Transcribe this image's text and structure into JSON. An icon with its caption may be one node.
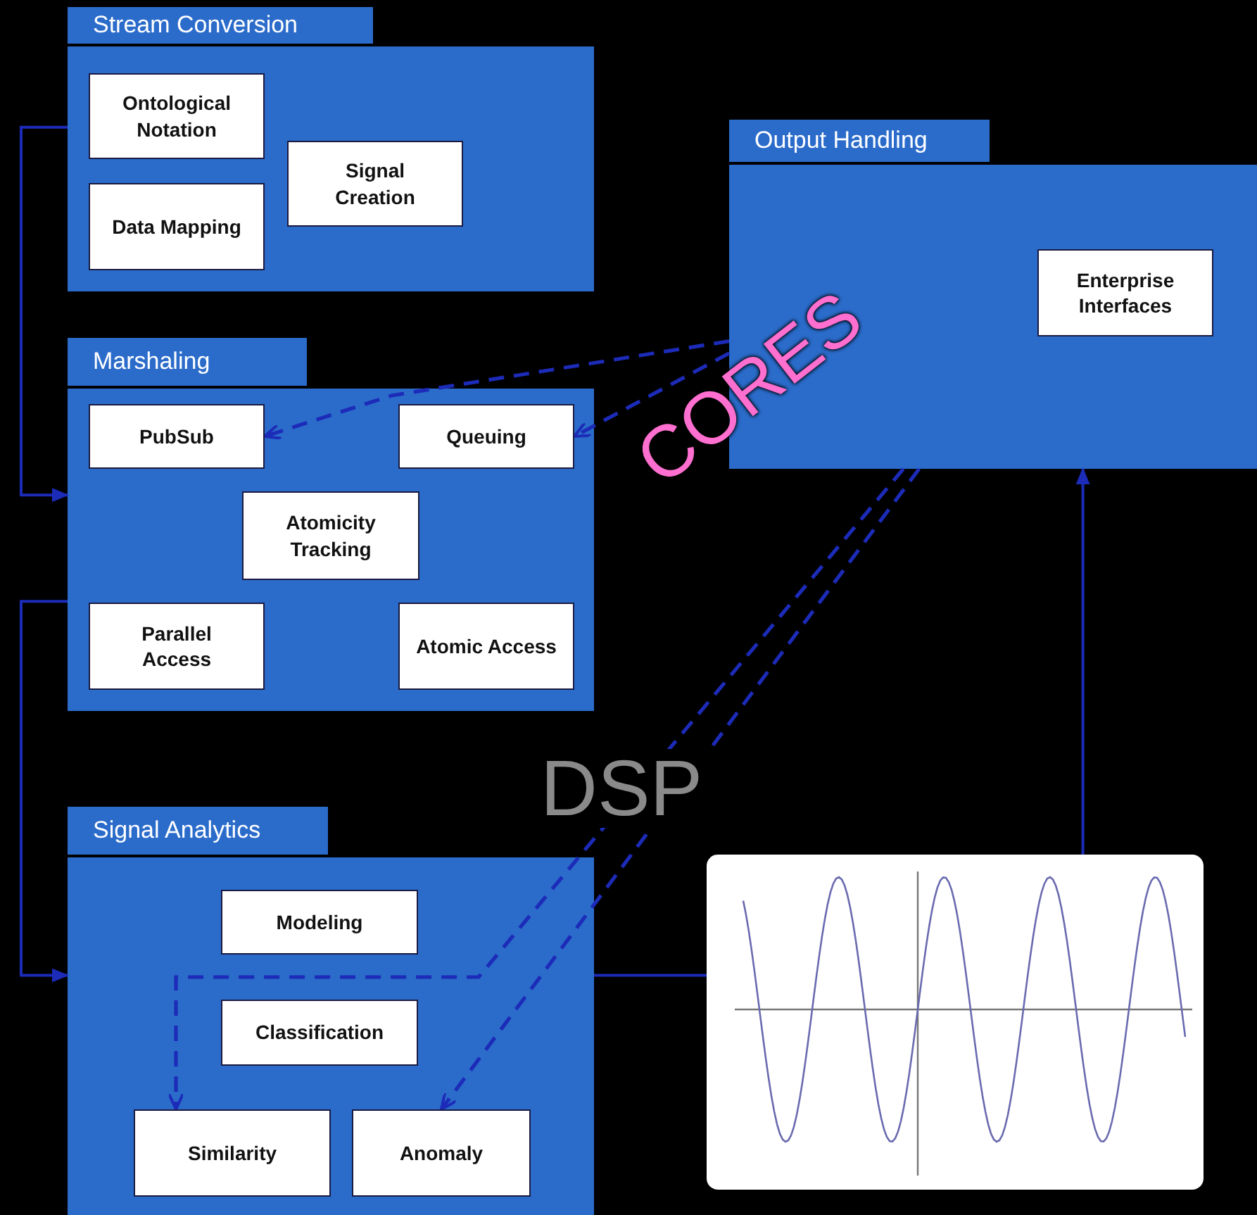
{
  "diagram": {
    "nodes": [
      {
        "text": [
          "Stream Conversion"
        ]
      },
      {
        "text": [
          "Ontological Notation"
        ],
        "in": 0
      },
      {
        "text": [
          "Data Mapping"
        ],
        "in": 0
      },
      {
        "text": [
          "Signal Creation"
        ],
        "in": 0
      },
      {
        "text": [
          "Marshaling"
        ]
      },
      {
        "text": [
          "PubSub"
        ],
        "in": 4
      },
      {
        "text": [
          "Queuing"
        ],
        "in": 4
      },
      {
        "text": [
          "Atomicity Tracking"
        ],
        "in": 4
      },
      {
        "text": [
          "Parallel Access"
        ],
        "in": 4
      },
      {
        "text": [
          "Atomic Access"
        ],
        "in": 4
      },
      {
        "text": [
          "Output Handling"
        ]
      },
      {
        "text": [
          "Enterprise Interfaces"
        ],
        "in": 10
      },
      {
        "text": [
          "Signal Analytics"
        ]
      },
      {
        "text": [
          "Modeling"
        ],
        "in": 12
      },
      {
        "text": [
          "Classification"
        ],
        "in": 12
      },
      {
        "text": [
          "Similarity"
        ],
        "in": 12
      },
      {
        "text": [
          "Anomaly"
        ],
        "in": 12
      },
      {
        "text": [],
        "shape": "picture"
      }
    ],
    "edges": [
      {
        "from": 0,
        "to": 4,
        "arrow": "to"
      },
      {
        "from": 4,
        "to": 12,
        "arrow": "to"
      },
      {
        "from": 12,
        "to": 17,
        "arrow": "none"
      },
      {
        "from": 17,
        "to": 10,
        "arrow": "to"
      },
      {
        "from": 10,
        "to": 5,
        "arrow": "to",
        "style": "dashed"
      },
      {
        "from": 10,
        "to": 6,
        "arrow": "to",
        "style": "dashed"
      },
      {
        "from": 10,
        "to": 15,
        "arrow": "to",
        "style": "dashed"
      },
      {
        "from": 10,
        "to": 16,
        "arrow": "to",
        "style": "dashed"
      }
    ],
    "labels": [
      "CORES",
      "DSP"
    ]
  }
}
